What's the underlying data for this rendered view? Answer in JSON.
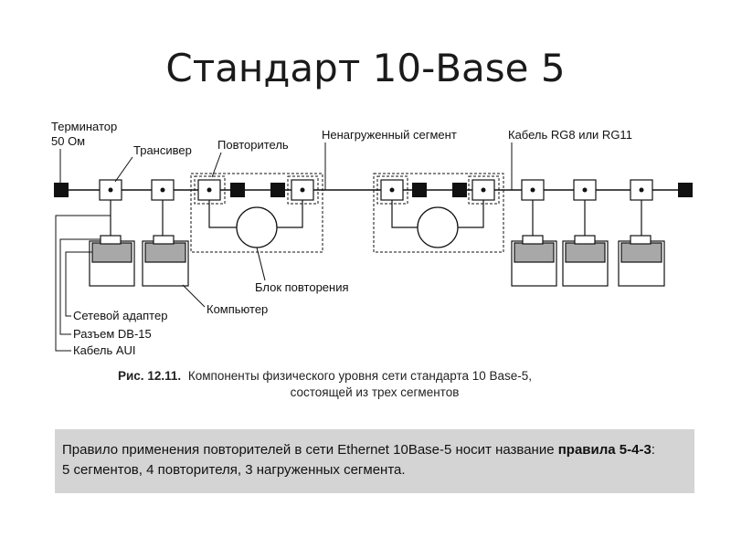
{
  "title": "Стандарт 10-Base 5",
  "diagram": {
    "labels": {
      "terminator_line1": "Терминатор",
      "terminator_line2": "50 Ом",
      "transceiver": "Трансивер",
      "repeater": "Повторитель",
      "unloaded_segment": "Ненагруженный сегмент",
      "cable": "Кабель RG8 или RG11",
      "repeat_unit": "Блок повторения",
      "network_adapter": "Сетевой адаптер",
      "computer": "Компьютер",
      "connector": "Разъем DB-15",
      "aui_cable": "Кабель AUI"
    },
    "caption": {
      "fig": "Рис. 12.11.",
      "line1": "Компоненты физического уровня сети стандарта 10 Base-5,",
      "line2": "состоящей из трех сегментов"
    }
  },
  "rule": {
    "text_before": "Правило применения повторителей в сети Ethernet 10Base-5 носит название ",
    "text_bold": "правила 5-4-3",
    "text_after": ":",
    "line2": "5 сегментов, 4 повторителя, 3 нагруженных сегмента."
  },
  "colors": {
    "line": "#111111",
    "adapter_fill": "#a8a8a8",
    "rule_bg": "#d4d4d4"
  }
}
